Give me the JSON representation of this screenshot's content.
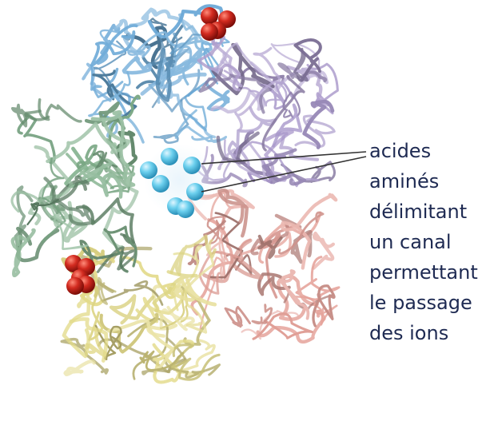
{
  "figure": {
    "label_lines": [
      "acides",
      "aminés",
      "délimitant",
      "un canal",
      "permettant",
      "le passage",
      "des ions"
    ],
    "subunits": [
      {
        "name": "blue",
        "color": "#6aa8d6"
      },
      {
        "name": "purple",
        "color": "#a796c9"
      },
      {
        "name": "salmon",
        "color": "#e5a29a"
      },
      {
        "name": "yellow",
        "color": "#e2d987"
      },
      {
        "name": "green",
        "color": "#7fae8a"
      }
    ],
    "channel_atom_color": "#5ec7e6",
    "ligand_color": "#c4241c",
    "pointer_color": "#333333"
  }
}
